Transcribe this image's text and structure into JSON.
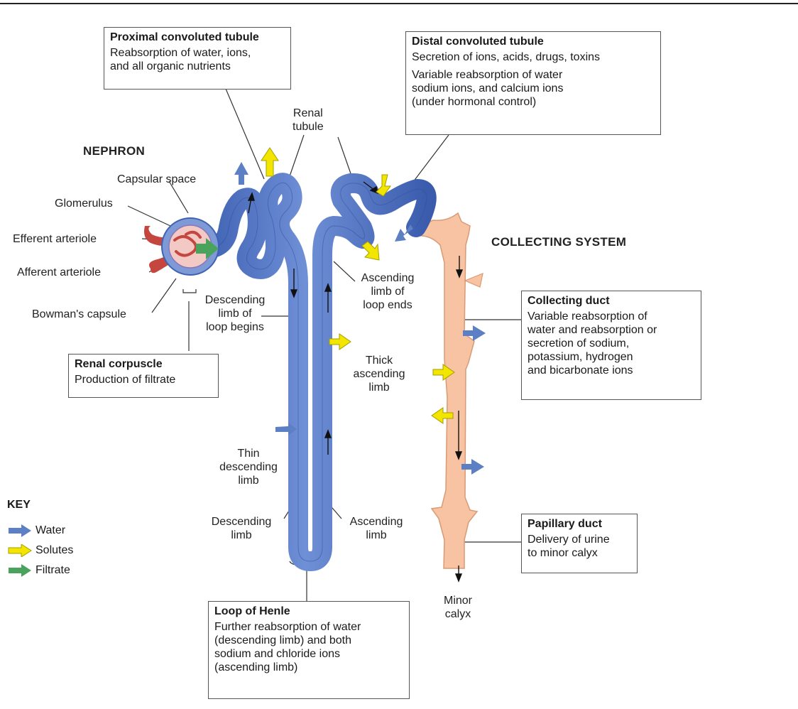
{
  "colors": {
    "tubule": "#5a7ec9",
    "tubule_dark": "#2f4f9a",
    "collecting": "#f7c3a3",
    "collecting_edge": "#d99a74",
    "water_arrow": "#5d7fc4",
    "solute_arrow": "#f2e600",
    "filtrate_arrow": "#4aa35c",
    "arteriole": "#c4463f"
  },
  "headers": {
    "nephron": "NEPHRON",
    "collecting_system": "COLLECTING SYSTEM"
  },
  "labels": {
    "capsular_space": "Capsular space",
    "glomerulus": "Glomerulus",
    "efferent_arteriole": "Efferent arteriole",
    "afferent_arteriole": "Afferent arteriole",
    "bowmans_capsule": "Bowman's capsule",
    "renal_tubule": "Renal\ntubule",
    "descending_limb_begins": "Descending\nlimb of\nloop begins",
    "ascending_limb_ends": "Ascending\nlimb of\nloop ends",
    "thick_ascending_limb": "Thick\nascending\nlimb",
    "thin_descending_limb": "Thin\ndescending\nlimb",
    "descending_limb": "Descending\nlimb",
    "ascending_limb": "Ascending\nlimb",
    "minor_calyx": "Minor\ncalyx"
  },
  "boxes": {
    "proximal": {
      "title": "Proximal convoluted tubule",
      "desc": "Reabsorption of water, ions,\nand all organic nutrients"
    },
    "distal": {
      "title": "Distal convoluted tubule",
      "desc1": "Secretion of ions, acids, drugs, toxins",
      "desc2": "Variable reabsorption of water\nsodium ions, and calcium ions\n(under hormonal control)"
    },
    "renal_corpuscle": {
      "title": "Renal corpuscle",
      "desc": "Production of filtrate"
    },
    "collecting_duct": {
      "title": "Collecting duct",
      "desc": "Variable reabsorption of\nwater and reabsorption or\nsecretion of sodium,\npotassium, hydrogen\nand bicarbonate ions"
    },
    "papillary_duct": {
      "title": "Papillary duct",
      "desc": "Delivery of urine\nto minor calyx"
    },
    "loop_of_henle": {
      "title": "Loop of Henle",
      "desc": "Further reabsorption of water\n(descending limb) and both\nsodium and chloride ions\n(ascending limb)"
    }
  },
  "key": {
    "title": "KEY",
    "items": [
      {
        "label": "Water",
        "icon": "water-arrow-icon"
      },
      {
        "label": "Solutes",
        "icon": "solute-arrow-icon"
      },
      {
        "label": "Filtrate",
        "icon": "filtrate-arrow-icon"
      }
    ]
  }
}
